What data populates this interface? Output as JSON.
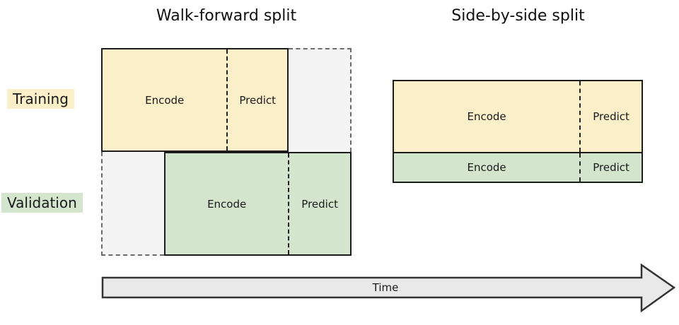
{
  "titles": {
    "walk_forward": "Walk-forward split",
    "side_by_side": "Side-by-side split"
  },
  "row_labels": {
    "training": "Training",
    "validation": "Validation"
  },
  "walk_forward": {
    "training": {
      "encode": "Encode",
      "predict": "Predict"
    },
    "validation": {
      "encode": "Encode",
      "predict": "Predict"
    }
  },
  "side_by_side": {
    "training": {
      "encode": "Encode",
      "predict": "Predict"
    },
    "validation": {
      "encode": "Encode",
      "predict": "Predict"
    }
  },
  "time_axis": {
    "label": "Time"
  },
  "colors": {
    "training_fill": "#FBEFC9",
    "validation_fill": "#D3E5CD",
    "placeholder_fill": "#F4F4F4",
    "placeholder_border": "#6B6B6B",
    "box_border": "#1C1C1C",
    "divider_dash": "#222222",
    "arrow_fill": "#E9E9E9",
    "arrow_border": "#333333"
  }
}
